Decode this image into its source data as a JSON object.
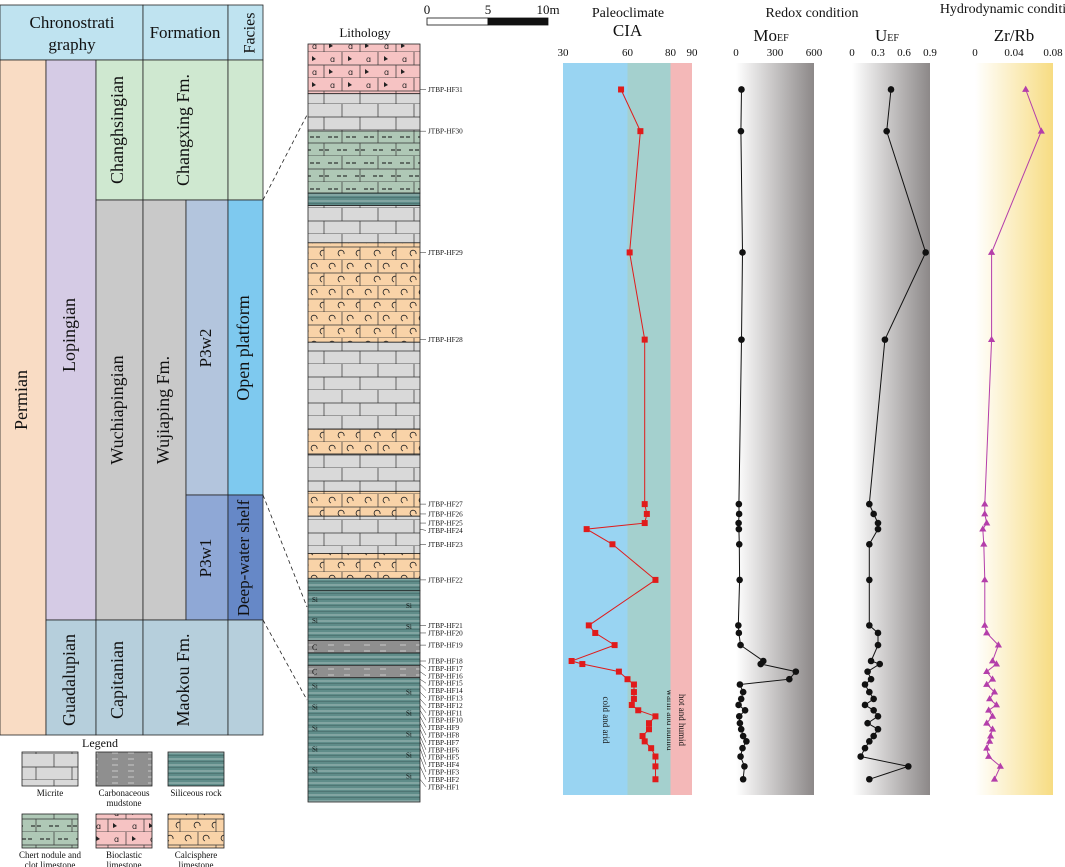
{
  "strat_table": {
    "headers": [
      "Chronostrati",
      "graphy",
      "Formation",
      "Facies"
    ],
    "system": "Permian",
    "series": [
      "Lopingian",
      "Guadalupian"
    ],
    "stages": [
      "Changhsingian",
      "Wuchiapingian",
      "Capitanian"
    ],
    "formations": [
      "Changxing Fm.",
      "Wujiaping Fm.",
      "Maokou Fm."
    ],
    "members": [
      "P3w2",
      "P3w1"
    ],
    "facies": [
      "Open platform",
      "Deep-water shelf"
    ]
  },
  "lithology": {
    "title": "Lithology",
    "scale_labels": [
      "0",
      "5",
      "10m"
    ],
    "si_mark": "Si",
    "c_mark": "C",
    "units": [
      {
        "type": "bioclastic",
        "n": 4
      },
      {
        "type": "micrite",
        "n": 3
      },
      {
        "type": "chert",
        "n": 5
      },
      {
        "type": "siliceous",
        "n": 1
      },
      {
        "type": "micrite",
        "n": 3
      },
      {
        "type": "calcisphere",
        "n": 8
      },
      {
        "type": "micrite",
        "n": 7
      },
      {
        "type": "calcisphere",
        "n": 2
      },
      {
        "type": "micrite",
        "n": 3
      },
      {
        "type": "calcisphere",
        "n": 2
      },
      {
        "type": "micrite",
        "n": 3
      },
      {
        "type": "calcisphere",
        "n": 2
      },
      {
        "type": "siliceous",
        "n": 1
      },
      {
        "type": "siliceous",
        "n": 4
      },
      {
        "type": "carbonaceous",
        "n": 1
      },
      {
        "type": "siliceous",
        "n": 1
      },
      {
        "type": "carbonaceous",
        "n": 1
      },
      {
        "type": "siliceous",
        "n": 10
      }
    ],
    "samples": [
      {
        "label": "JTBP-HF31",
        "depth": 0.06
      },
      {
        "label": "JTBP-HF30",
        "depth": 0.115
      },
      {
        "label": "JTBP-HF29",
        "depth": 0.275
      },
      {
        "label": "JTBP-HF28",
        "depth": 0.39
      },
      {
        "label": "JTBP-HF27",
        "depth": 0.607
      },
      {
        "label": "JTBP-HF26",
        "depth": 0.62
      },
      {
        "label": "JTBP-HF25",
        "depth": 0.632
      },
      {
        "label": "JTBP-HF24",
        "depth": 0.64
      },
      {
        "label": "JTBP-HF23",
        "depth": 0.66
      },
      {
        "label": "JTBP-HF22",
        "depth": 0.707
      },
      {
        "label": "JTBP-HF21",
        "depth": 0.767
      },
      {
        "label": "JTBP-HF20",
        "depth": 0.777
      },
      {
        "label": "JTBP-HF19",
        "depth": 0.793
      },
      {
        "label": "JTBP-HF18",
        "depth": 0.814
      },
      {
        "label": "JTBP-HF17",
        "depth": 0.818
      },
      {
        "label": "JTBP-HF16",
        "depth": 0.828
      },
      {
        "label": "JTBP-HF15",
        "depth": 0.838
      },
      {
        "label": "JTBP-HF14",
        "depth": 0.845
      },
      {
        "label": "JTBP-HF13",
        "depth": 0.855
      },
      {
        "label": "JTBP-HF12",
        "depth": 0.864
      },
      {
        "label": "JTBP-HF11",
        "depth": 0.872
      },
      {
        "label": "JTBP-HF10",
        "depth": 0.879
      },
      {
        "label": "JTBP-HF9",
        "depth": 0.887
      },
      {
        "label": "JTBP-HF8",
        "depth": 0.896
      },
      {
        "label": "JTBP-HF7",
        "depth": 0.904
      },
      {
        "label": "JTBP-HF6",
        "depth": 0.913
      },
      {
        "label": "JTBP-HF5",
        "depth": 0.92
      },
      {
        "label": "JTBP-HF4",
        "depth": 0.929
      },
      {
        "label": "JTBP-HF3",
        "depth": 0.94
      },
      {
        "label": "JTBP-HF2",
        "depth": 0.953
      },
      {
        "label": "JTBP-HF1",
        "depth": 0.97
      }
    ]
  },
  "legend": {
    "title": "Legend",
    "items": [
      {
        "type": "micrite",
        "label": "Micrite"
      },
      {
        "type": "carbonaceous",
        "label": "Carbonaceous mudstone"
      },
      {
        "type": "siliceous",
        "label": "Siliceous rock"
      },
      {
        "type": "chert",
        "label": "Chert nodule and clot limestone"
      },
      {
        "type": "bioclastic",
        "label": "Bioclastic limestone"
      },
      {
        "type": "calcisphere",
        "label": "Calcisphere limestone"
      }
    ]
  },
  "chart_data": [
    {
      "type": "line",
      "group_title": "Paleoclimate",
      "title": "CIA",
      "xlim": [
        30,
        90
      ],
      "x_ticks": [
        30,
        60,
        70,
        80,
        90
      ],
      "x_tick_labels": [
        "30",
        "60",
        "",
        "80",
        "90"
      ],
      "zones": [
        {
          "from": 30,
          "to": 60,
          "label": "cold and arid",
          "color": "#99d4f2"
        },
        {
          "from": 60,
          "to": 80,
          "label": "warm and humid",
          "color": "#a4d0ce"
        },
        {
          "from": 80,
          "to": 90,
          "label": "hot and humid",
          "color": "#f4b8b8"
        }
      ],
      "series": [
        {
          "color": "#e01b1b",
          "marker": "square",
          "values": [
            57,
            66,
            61,
            68,
            68,
            69,
            68,
            41,
            53,
            73,
            42,
            45,
            54,
            34,
            39,
            56,
            60,
            63,
            63,
            63,
            62,
            65,
            73,
            70,
            70,
            67,
            68,
            71,
            73,
            73,
            73
          ]
        }
      ]
    },
    {
      "type": "line",
      "group_title": "Redox condition",
      "title": "MoEF",
      "title_main": "Mo",
      "title_sub": "EF",
      "xlim": [
        0,
        600
      ],
      "x_ticks": [
        0,
        300,
        600
      ],
      "series": [
        {
          "color": "#111111",
          "marker": "circle",
          "values": [
            42,
            38,
            50,
            42,
            22,
            24,
            20,
            22,
            25,
            28,
            18,
            22,
            35,
            210,
            190,
            460,
            410,
            30,
            55,
            40,
            20,
            70,
            25,
            30,
            40,
            55,
            80,
            50,
            35,
            65,
            55
          ]
        }
      ]
    },
    {
      "type": "line",
      "title": "UEF",
      "title_main": "U",
      "title_sub": "EF",
      "xlim": [
        0,
        0.9
      ],
      "x_ticks": [
        0,
        0.3,
        0.6,
        0.9
      ],
      "x_tick_labels": [
        "0",
        "0.3",
        "0.6",
        "0.9"
      ],
      "series": [
        {
          "color": "#111111",
          "marker": "circle",
          "values": [
            0.45,
            0.4,
            0.85,
            0.38,
            0.2,
            0.25,
            0.3,
            0.3,
            0.2,
            0.2,
            0.2,
            0.3,
            0.3,
            0.22,
            0.32,
            0.18,
            0.22,
            0.15,
            0.2,
            0.25,
            0.15,
            0.25,
            0.3,
            0.18,
            0.3,
            0.25,
            0.2,
            0.15,
            0.1,
            0.65,
            0.2
          ]
        }
      ]
    },
    {
      "type": "line",
      "group_title": "Hydrodynamic condition",
      "title": "Zr/Rb",
      "xlim": [
        0,
        0.08
      ],
      "x_ticks": [
        0,
        0.04,
        0.08
      ],
      "x_tick_labels": [
        "0",
        "0.04",
        "0.08"
      ],
      "series": [
        {
          "color": "#b43eaa",
          "marker": "triangle",
          "values": [
            0.052,
            0.068,
            0.017,
            0.017,
            0.01,
            0.01,
            0.012,
            0.008,
            0.009,
            0.01,
            0.01,
            0.012,
            0.024,
            0.018,
            0.022,
            0.012,
            0.018,
            0.012,
            0.02,
            0.015,
            0.022,
            0.014,
            0.018,
            0.012,
            0.018,
            0.016,
            0.015,
            0.012,
            0.014,
            0.026,
            0.02
          ]
        }
      ]
    }
  ]
}
